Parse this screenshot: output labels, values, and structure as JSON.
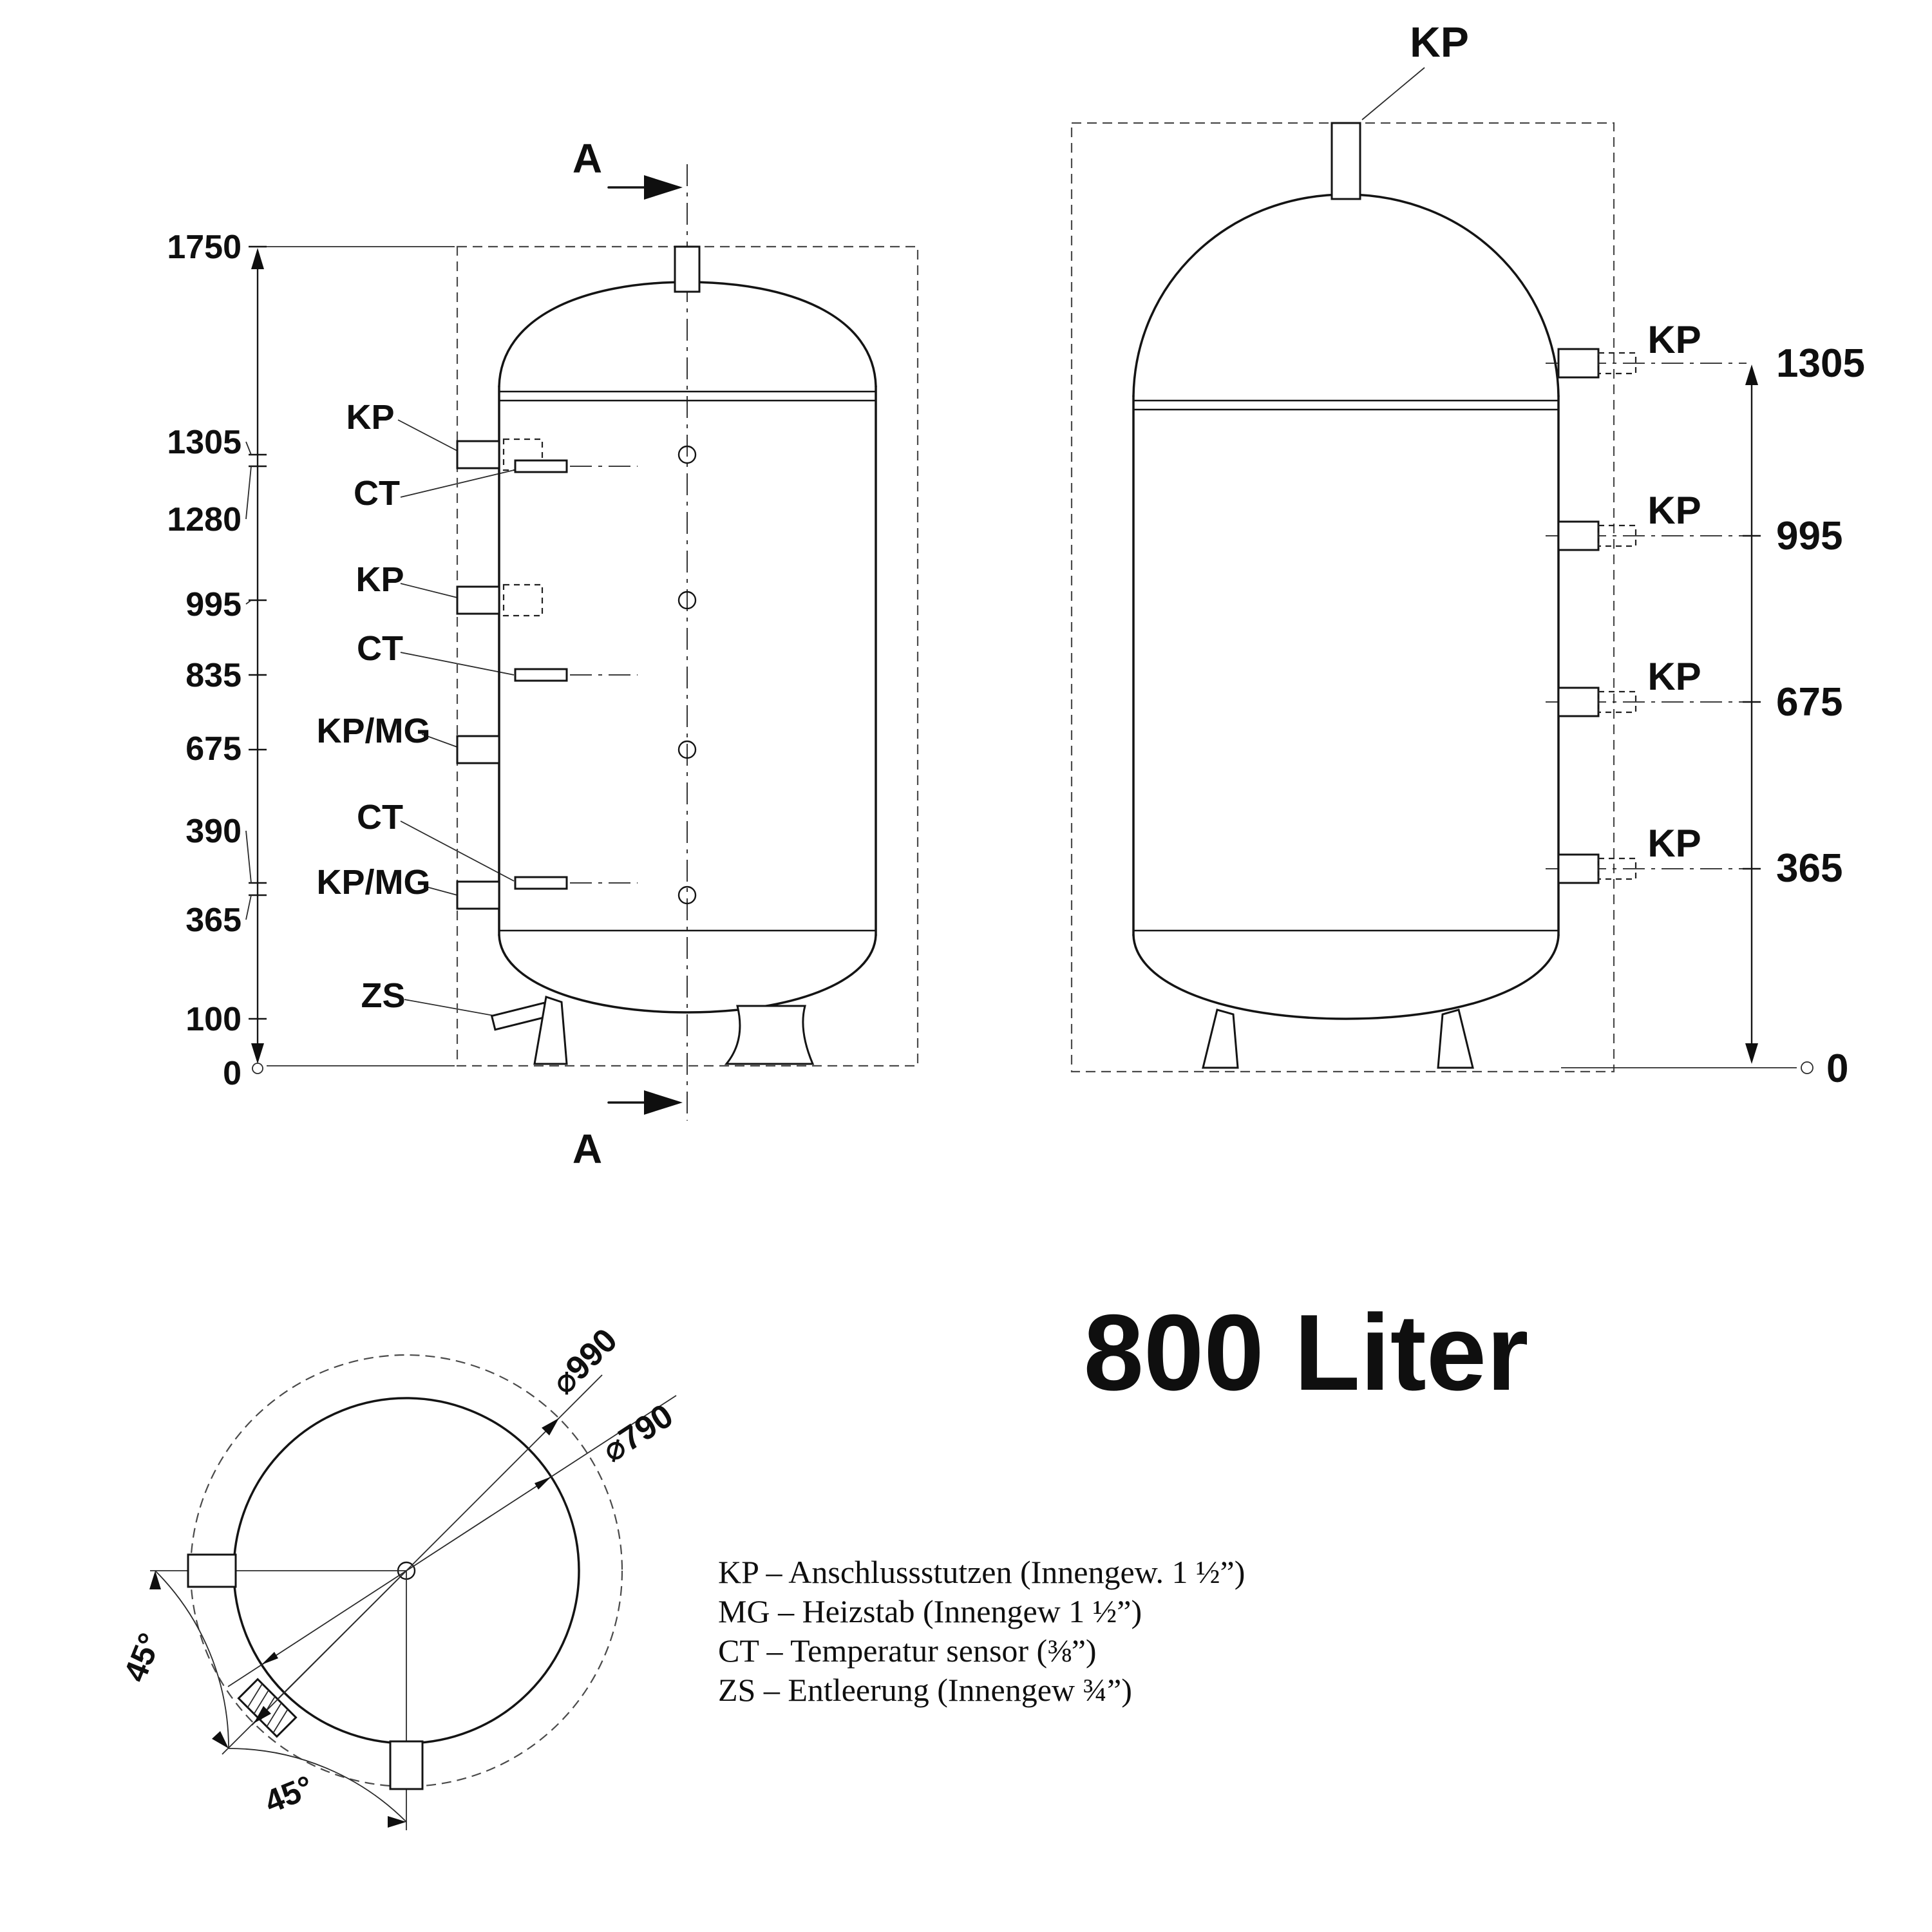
{
  "title": "800 Liter",
  "front_view": {
    "section_label": "A",
    "dims": [
      "1750",
      "1305",
      "1280",
      "995",
      "835",
      "675",
      "390",
      "365",
      "100",
      "0"
    ],
    "ports": [
      "KP",
      "CT",
      "KP",
      "CT",
      "KP/MG",
      "CT",
      "KP/MG",
      "ZS"
    ]
  },
  "side_view": {
    "top_port": "KP",
    "ports": [
      "KP",
      "KP",
      "KP",
      "KP"
    ],
    "dims": [
      "1305",
      "995",
      "675",
      "365",
      "0"
    ]
  },
  "top_view": {
    "outer_diameter": "⌀990",
    "inner_diameter": "⌀790",
    "angles": [
      "45°",
      "45°"
    ]
  },
  "legend": [
    "KP – Anschlussstutzen (Innengew. 1 ½”)",
    "MG – Heizstab (Innengew 1 ½”)",
    "CT – Temperatur sensor (⅜”)",
    "ZS – Entleerung (Innengew ¾”)"
  ]
}
